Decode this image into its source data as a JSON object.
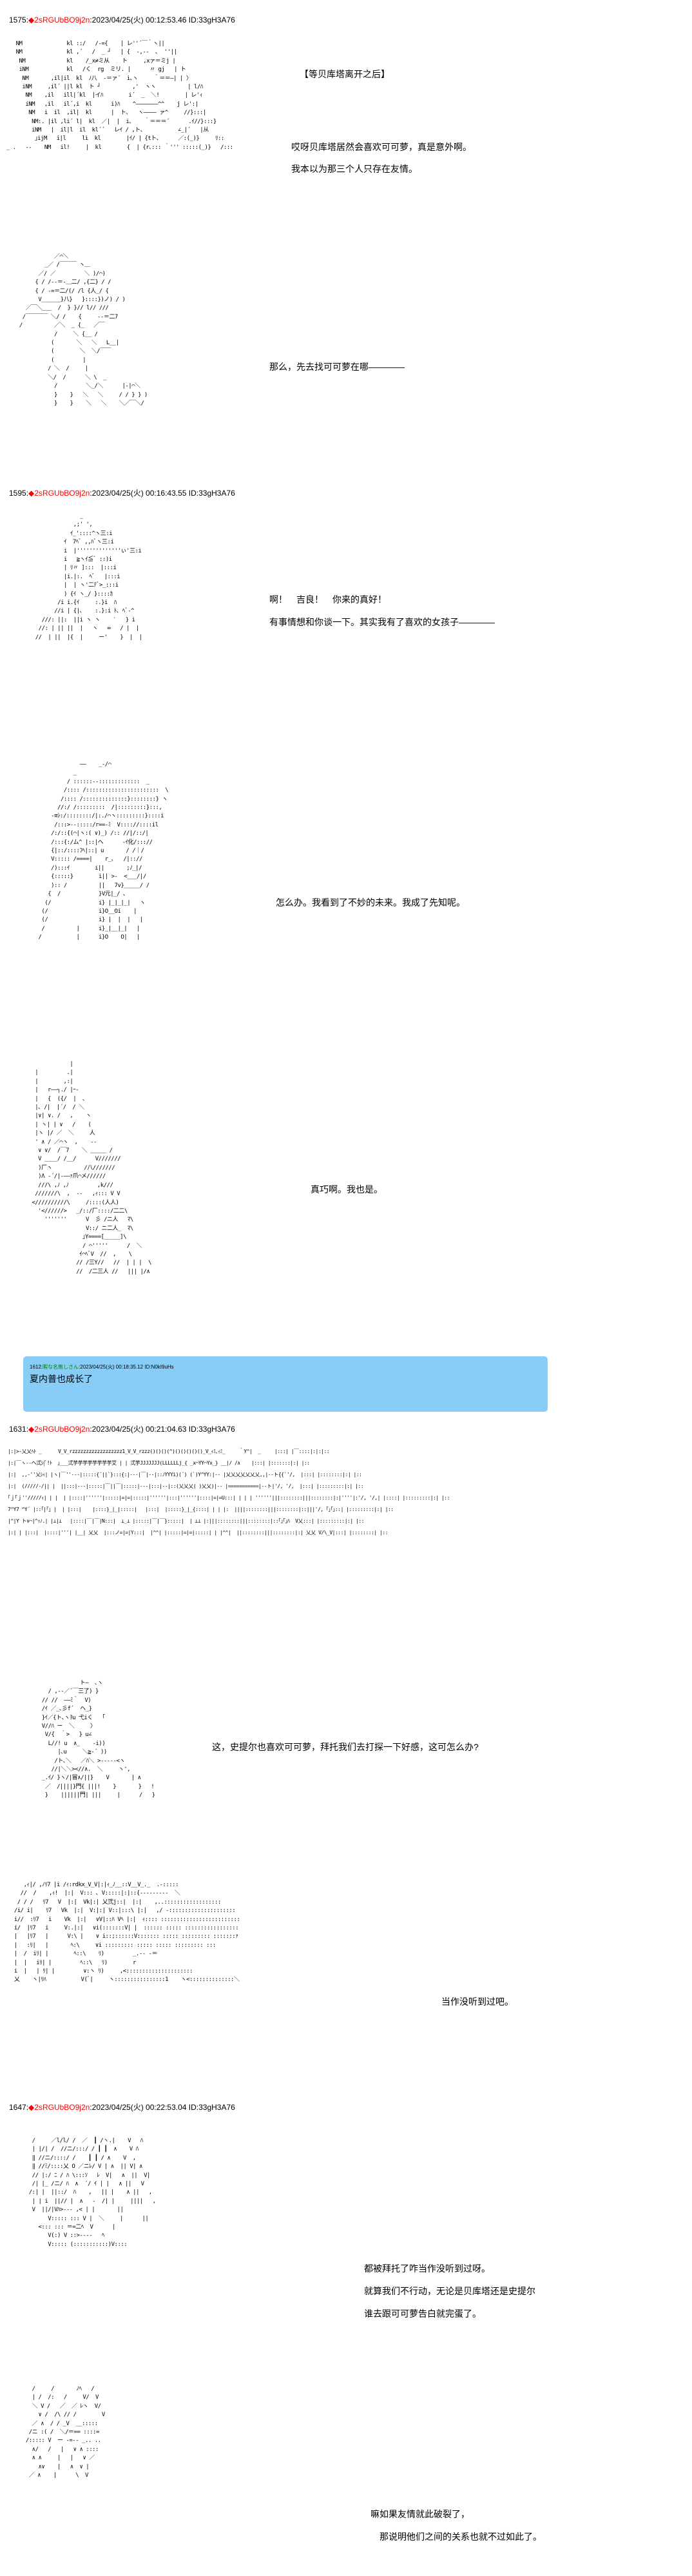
{
  "posts": [
    {
      "num": "1575",
      "sep": ":",
      "diamond": "◆",
      "trip": "2sRGUbBO9j2n",
      "meta": ":2023/04/25(火) 00:12:53.46 ID:33gH3A76"
    },
    {
      "num": "1595",
      "sep": ":",
      "diamond": "◆",
      "trip": "2sRGUbBO9j2n",
      "meta": ":2023/04/25(火) 00:16:43.55 ID:33gH3A76"
    },
    {
      "num": "1631",
      "sep": ":",
      "diamond": "◆",
      "trip": "2sRGUbBO9j2n",
      "meta": ":2023/04/25(火) 00:21:04.63 ID:33gH3A76"
    },
    {
      "num": "1647",
      "sep": ":",
      "diamond": "◆",
      "trip": "2sRGUbBO9j2n",
      "meta": ":2023/04/25(火) 00:22:53.04 ID:33gH3A76"
    }
  ],
  "comment": {
    "num": "1612",
    "sep": ":",
    "name": "暇な名無しさん",
    "meta": ":2023/04/25(火) 00:18:35.12 ID:N0kI9uHs",
    "body": "夏内普也成长了",
    "bg": "#88ccf8"
  },
  "captions": {
    "p1_title": "【等贝库塔离开之后】",
    "p1_l1": "哎呀贝库塔居然会喜欢可可萝，真是意外啊。",
    "p1_l2": "我本以为那三个人只存在友情。",
    "p2_l1": "那么，先去找可可萝在哪————",
    "p3_l1": "啊！　吉良！　你来的真好！",
    "p3_l2": "有事情想和你谈一下。其实我有了喜欢的女孩子————",
    "p4_l1": "怎么办。我看到了不妙的未来。我成了先知呢。",
    "p5_l1": "真巧啊。我也是。",
    "p7_l1": "这，史提尔也喜欢可可萝，拜托我们去打探一下好感，这可怎么办?",
    "p8_l1": "当作没听到过吧。",
    "p9_l1": "都被拜托了咋当作没听到过呀。",
    "p9_l2": "就算我们不行动，无论是贝库塔还是史提尔",
    "p9_l3": " 谁去跟可可萝告白就完蛋了。",
    "p10_l1": "嘛如果友情就此破裂了，",
    "p10_l2": "　那说明他们之间的关系也就不过如此了。"
  },
  "art": {
    "p1": "     NM              kl ::/   /-={    | レ''´￣｀ヽ||\n     NM              kl ,´   /  _ ┘   | {  ‐,‐‐  ､  ''||\n      NM             kl    /_x≠ミ从    ト     ,xァ＝ミj |\n      iNM            kl   /く  rg  ミリ. |      〃 gj   | ト\n       NM       ,il|il  kl  ﾉ八  ‐＝ァ´  i､ヽ     ｀＝＝―| | 〉\n       iNM     ,il´ ||l kl  ト ┘          ,'  ヽヽ          | l/ﾊ\n        NM    ,il   ill|´kl  |イﾊ        i´  _  ＼!        | レ'ｨ\n        iNM   ,il   il´,i  kl      i)ﾊ    ^―――――――^^    j レ':|\n         NM   i  il  ,il|  kl      |  ト､   ヽ―――― ァ^     //}:::|\n          NM:. |il ,li´ l|  kl  ／|  |  i､    ｀＝＝＝´      .ｲ//}:::}\n          iNM   |  il|l  il  kl´´   レｲ / ,ト､           ∠_|´   |从\n           ｣ijM   i|l     li  kl        |ｲ/ | {tト､      ／:(_)}     ﾘ::\n  _ .   ‐‐    NM   il!     |  kl        {  | {r､::: ｀''' :::::(_)}   /:::",
    "p2": "             ／⌒＼\n          _／ /￣￣￣ ヽ＿\n        ／/ ／         ＼ )/⌒)\n       { / /‐‐＝-＿二/ ,{二} / /\n       { / -=＝二/(/ /l {人_/ {\n        V______}八}   }::::})ノ) / )\n    ／￣＼___  /  } }// l// ///\n   /￣￣￣￣ ＼/ /    {     --＝二7\n  /          ／＼  _ {_   ／￣\n             /     ＼ {__ /\n            (       ＼   ＼   L__|\n            (        ＼  ＼/￣￣\n            (         |\n           / ＼  /     |\n           ＼/  /      ＼ \\  _\n             /         ＼_/＼      |-|⌒＼\n             }    }   ＼   ＼     / / } } )\n             }    }    ＼   ＼    ＼／￣＼/",
    "p3": "                 _\n               ,;' ',\n              ｲ_'::::^ヽ三:i\n            ｲ  7ﾍﾞ ,,ﾊﾞヽ三:i\n            i  |''''''''''''''ぃ'三:i\n            i   ≧ヽｲ≦ﾞ ::)i\n            | ﾘ〃 ]:::  |:::i\n            |i.|:.  ﾍﾞ   |:::i\n            |  | ヽ'二ﾃﾞ>_:::i\n            ) {ｲ ヽ_/ }::::ｶ\n          /i i.{ｲ     :.}i  ﾊ\n         //i | {|､    :.}:i ﾄ､ ﾍﾞ-^\n     ///: ||:  ||i ヽ ヽ    ′   } i\n    //: | || ||  |   ヽ   ∞   / |  |\n   //  | ||  |{  |     ー'    }  |  |",
    "p4": "                   ――    _-/⌒\n                 _\n               / ::::::--:::::::::::::  _\n              /:::: /:::::::::::::::::::::::  \\\n             /:::: /::::::::::::::}::::::::} ヽ\n            //:/ /:::::::::  /|:::::::::}:::,\n          -≡ｼ:/::::::::/|:./⌒ヽ:::::::::}::::i\n           /:::>--:::::/r==-ﾐ  V:::://::::il\n          /:/::{(⌒|ヽ:( ∨)_) /:: //|/::/|\n          /:::{:/ム^ |::|ヘ      -ｲ化/::://\n          {|::/::::ﾌﾍ|::| u       / /｜/\n          V::::: /====|    r_､   /|:://\n          /):::ｲ        i||       ;ﾉ_|/\n          {:::::}        i|| >-  <___/|/\n          ):: /          ||   7v}_____/ /\n         {  /            }V元|_/ ､\n        (/               i} |_|_|_|   ヽ\n       (/                i}O__Oi    |\n       (/                i} |  |  |   |\n       /          |      i}_|__|_|   |\n      /           |      i}O    O|   |",
    "p5": "                    |\n         |         .|\n         |        ,:|\n         |   r――┐./ |ｰ-\n         |   {  ({/  |  ､\n         |､ /|  |´/  / ＼\n         |∨| ∨. /   ,    ヽ\n         | ヽ| | ∨   /    (\n         |ヽ |/ ／  ＼     人\n         ' ∧ / ／⌒ヽ  ,    -‐\n          ∨ ∨/  /￣7    ＼ _____ /\n          V ____/ /__/      V///////\n          )厂ヽ          /八///////\n          )Λ ‐´/|‐――ｧ爪⌒メ//////\n          ///\\ ,ﾉ ,ﾉ         ,k///\n         ///////\\  ,  ‐‐   ,ｨ::: V V\n        <//////////\\     /::::(人人)\n          '<//////>   _/::/厂::::/二二\\\n            '''''''      V  彡 /ニ人   ﾏ\\\n                         V::/ ニ二人_  ﾏ\\\n                        ｣Y====[_____]\\\n                        / ⌒'''''      /  ＼\n                       ｲ⌒ﾍﾞV  //  ,    \\\n                      // /三Y//   //  | | |  \\\n                      //  /二三人 //   ||| |/∧",
    "p6": "|:|≻-乂乂ﾍﾄ _      V_V_rzzzzzzzzzzzzzzzzzz1_V_V_rzzz()()()(^)()()()()()_V_ｨﾐ､ｨﾐ_     ｀Y^|  _     |:::| |￣::::|:|:|::\n|:|￣ヽ--ヘ弍ｼ|ﾞ!ﾄ  ｣___弍芋芋芋芋芋芋芋芋艾 | | 弍芋JJJJJJJ(LLLLLLj_{ _x⌒YY⌒Yx_} __|/ /∧    |:::| |:::::::|:| |::\n|:|  ,,‐''乂ｼｨ| |ヽ|￣''‐‐‐|:::::{´||`}:::{:|‐‐‐|￣|‐‐|::ﾉYYYi)(´) (`)Y^YY:|‐‐ |乂乂乂乂乂乂乂,,|‐‐ト{{`'/,  |:::| |::::::::|:| |::\n|:|  (/////-/|| |  ||:::|‐‐‐|:::::|￣||￣|:::::|‐‐‐|:::|‐‐|::(乂乂乂( )乂乂)|‐‐ |===========|‐‐ト|'/, '/,  |:::| |:::::::::|:| |::\n｢ｊ｢ｊ''/////ｨ| | |  | |::::|''''''|:::::|=|=|:::::|''''''|:::|''''''|::::|=|=U:::| | | | ''''''|||::::::::|||::::::::|:|''''|:'/, '/,| |::::| |:::::::::|:| |::\n7^Y7 ^Y´ |::｢|｢｣ |  | |:::|    |::::}_|_|:::::|   |:::|  |:::::}_|_{::::| | | |:  ||||::::::::|||::::::::|::|||'/, ｢｣｢｣::| |:::::::::|:| |::\n|^|Y ト∨⌒|^ｯﾉ.| |⊥|⊥   |::::|￣|￣|N:::|  ⊥_⊥ |:::::|￣|￣}:::::|  | ⊥⊥ |:|||::::::::|||::::::::|::｢｣｢｣ﾊ  V乂:::| |:::::::::|:| |::\n|:| | |:::|  |::::|'''| |__| 乂乂  |:::ノ=|=|Y:::|  |^^| |:::::|=|=|:::::| | |^^|  ||::::::::|||::::::::|:| 乂乂 V/\\_V|:::| |::::::::| |::",
    "p7": "               ト―  ､ヽ\n     / ,‐‐／´￣三了) }\n   // //  ――ﾐ｀  V)\n   /ｲ ／_､彡f´  ヘ_}\n   }ｲ／{ト､ヽｦu 弋iく   ｢\n   V//ﾊ ー  ＼     〉\n    V/{  ｀>   } u∠\n     L//! u  ∧_    ‐i))\n        |､u     ＼≧-´ ))\n       /ト､＼   ／ﾊ＼ >‐‐‐‐‐<ヽ\n      //|＼＼><//∧.  ＼     ヽ',\n   _.ｲ/ }ヽ/|冒∧/||}    V       | ∧\n    ／  /||||}門{ |||!    }       }   !\n    }    ||||||門| |||     |      /   }",
    "p8": "     ,ｨ|/ ,ﾉﾘ7 |i /ｨ:rdkx_V_V|:|ｨ_ﾉ__::V__V_._  .-:::::\n    //  /    ,ｨ!  |:|  V::: ､ V:::::|:|::{‐‐‐‐‐‐‐‐‐  ＼\n   / / /   ﾘ7   V  |:|  Vk|:| 乂弐j::|  |:|    ,..::::::::::::::::::\n  /i/ i|    ﾘ7   Vk  |:|  V:|:| V::|:::\\ |:|   ,/ -:::::::::::::::::::::\n  i//  :ﾘ7   i    Vk  |:|   ∨V|::ﾊ Vﾍ |:|  ｨ:::: :::::::::::::::::::::::::\n  i/  |ﾘ7   i     V:.|:|   ∨i(:::::::V| |  :::::: ::::: :::::::::::::::::\n  |   |ﾘ7   |      V:\\ |    ∨ i::;::::::V::::::: ::::: ::::::::: :::::::ｧ\n  |   :ﾘ|   |       ﾍ:\\     ∨i ::::::::: ::::: ::::: ::::::::: :::\n  |  /  iﾘ| |        ﾍ::\\    ﾘ)         _.-- ‐＝\n  |  |   iﾘ| |         ﾍ::\\   ﾘ)        r\n  i  |   | ﾘ| |         ∨:ヽ ﾘ)     ,<:::::::::::::::::::::\n  乂    ヽ|ﾘﾊ           V(ﾞ|     ヽ::::::::::::::::1    ヽ<::::::::::::::＼",
    "p9": "    /     ／l/l/ /  ／  ┃ /ヽ.|    V   ﾊ\n    | |/| /  //ニ/:::/ / ┃ ┃  ∧    V ﾊ\n    ‖ //ニ/::::/ /    ┃ ┃ / ∧    V  ,\n    ‖ //ﾐ/::::乂 O ／ニﾚ/ V | ∧  || V| ∧\n    // |:/ ﾆ / ﾊ \\:::ｿ   ﾚ  V|   ∧  ||  V|\n    /| |_ /ニ/ ﾊ  ∧  ´/ ｲ | |   ∧ ||   V\n   /:| |  ||::/  ﾊ    ,   || |    ∧ ||   ,\n    | | i  ||// |  ∧   ‐  /| |     ||||   ,\n    V  ||/|Vﾊ>‐‐‐ ,< | |       ||\n         V::::: ::: V |  ＼     |      ||\n      <::: ::: ＝=二ﾍ  V      |\n         V(:) V ::>-‐--   ﾍ\n         V::::: (:::::::::::)V::::",
    "p10": "    /     /       ﾉﾍ   /\n    | /  /:   /     V/  V\n    ＼ V /   ／  ／ ﾚヽ  V/\n      ∨ /  /\\ // /        V\n    ／ ∧  / / _V  __:::::\n   /ニ :( /  ＼/＝== ::::=\n  /::::: V  ー ‐=‐‐ _.. ..\n    ∧/   /   |   ∨ ∧ ::::\n    ∧ ∧     |   |   ∨ ／\n      ∧∨    |   ∧  ∨ |\n   ／ ∧    |      \\  V"
  }
}
